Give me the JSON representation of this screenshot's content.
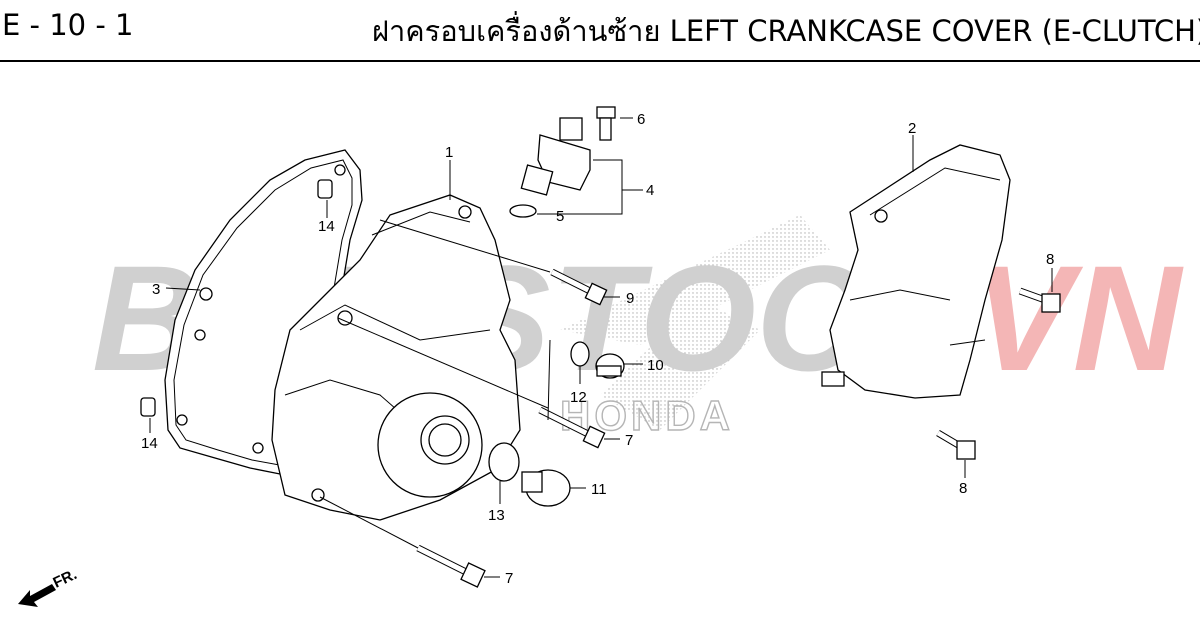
{
  "header": {
    "ref_code": "E - 10 - 1",
    "title": "ฝาครอบเครื่องด้านซ้าย  LEFT CRANKCASE COVER (E-CLUTCH)"
  },
  "watermark": {
    "text_main": "BIKESTOCK",
    "text_accent": "VN",
    "color_main": "#d0d0d0",
    "color_accent": "#f4b6b6",
    "brand": "HONDA"
  },
  "direction_marker": {
    "label": "FR."
  },
  "callouts": [
    "1",
    "2",
    "3",
    "4",
    "5",
    "6",
    "7",
    "7",
    "8",
    "8",
    "9",
    "10",
    "11",
    "12",
    "13",
    "14",
    "14"
  ]
}
